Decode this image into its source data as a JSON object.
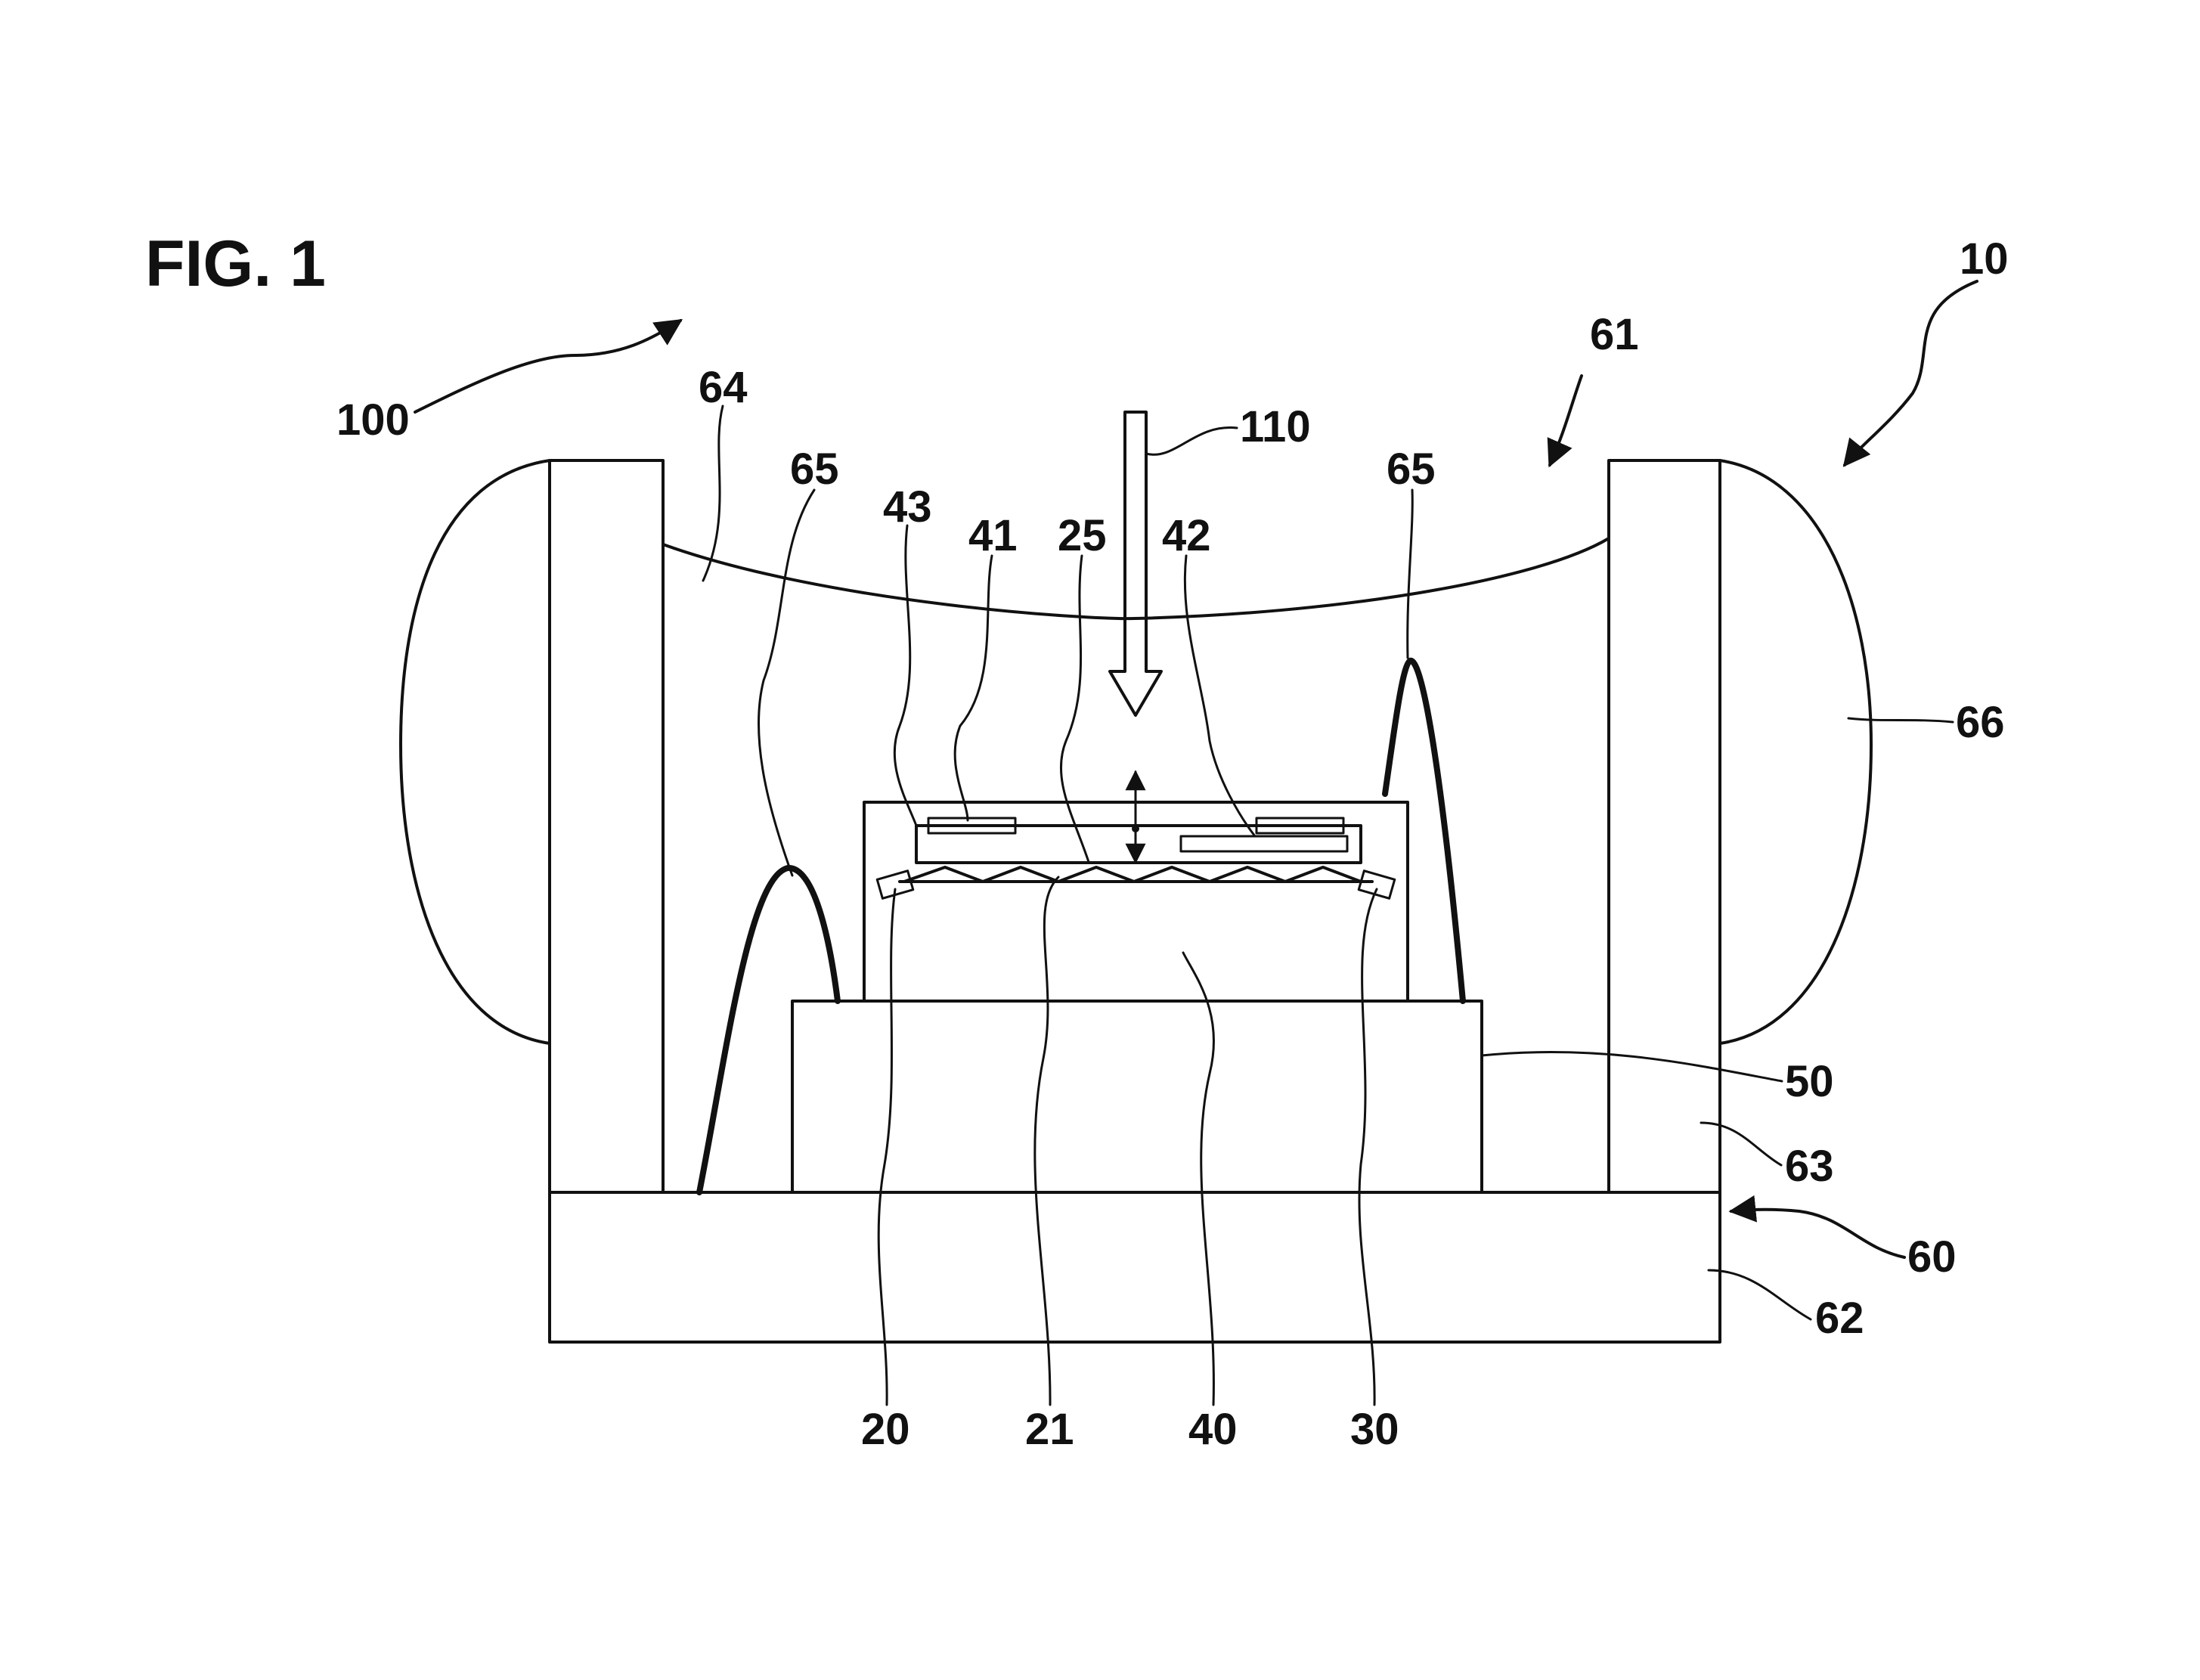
{
  "figure": {
    "title": "FIG. 1",
    "colors": {
      "ink": "#111111",
      "paper": "#ffffff",
      "hatch": "#7a7a7a"
    }
  },
  "labels": {
    "ref_10": "10",
    "ref_100": "100",
    "ref_110": "110",
    "ref_61": "61",
    "ref_64": "64",
    "ref_65_left": "65",
    "ref_65_right": "65",
    "ref_43": "43",
    "ref_41": "41",
    "ref_25": "25",
    "ref_42": "42",
    "ref_66": "66",
    "ref_50": "50",
    "ref_63": "63",
    "ref_60": "60",
    "ref_62": "62",
    "ref_20": "20",
    "ref_21": "21",
    "ref_40": "40",
    "ref_30": "30"
  }
}
